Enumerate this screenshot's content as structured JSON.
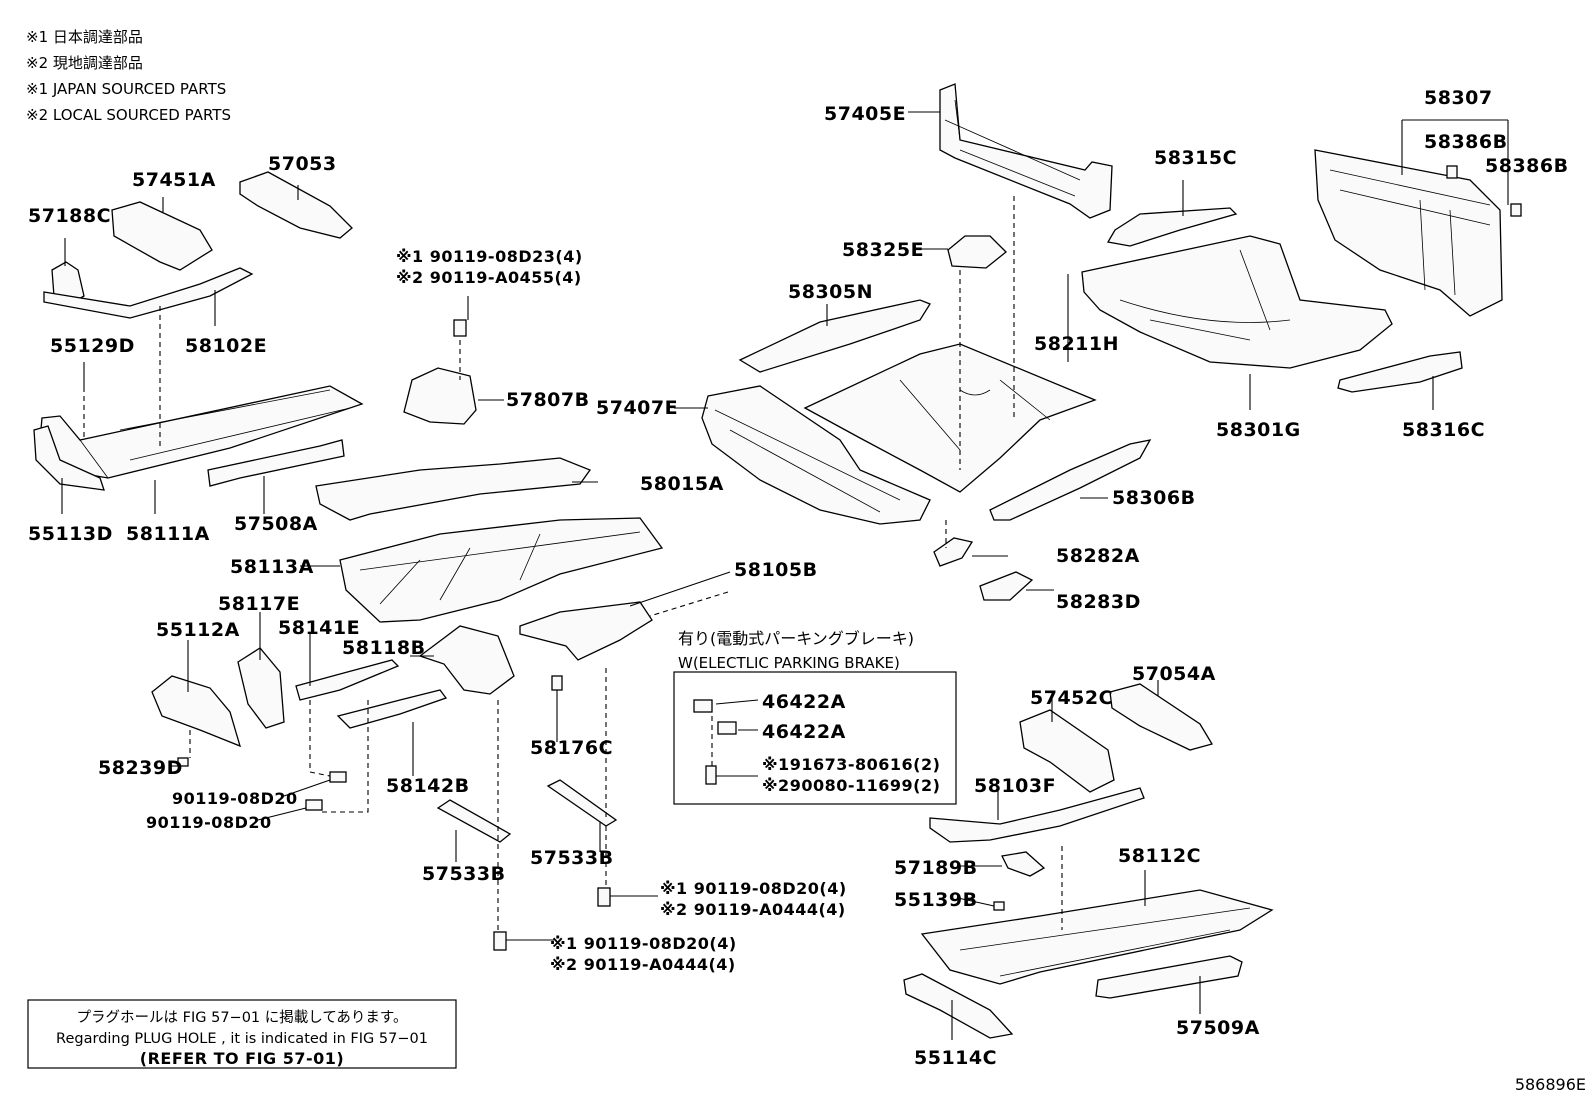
{
  "notes": {
    "line1": "※1 日本調達部品",
    "line2": "※2 現地調達部品",
    "line3": "※1 JAPAN SOURCED PARTS",
    "line4": "※2 LOCAL SOURCED PARTS"
  },
  "labels": {
    "p57405E": "57405E",
    "p58307": "58307",
    "p58386B_a": "58386B",
    "p58386B_b": "58386B",
    "p58315C": "58315C",
    "p57053": "57053",
    "p57451A": "57451A",
    "p57188C": "57188C",
    "p58102E": "58102E",
    "p55129D": "55129D",
    "p55113D": "55113D",
    "p58111A": "58111A",
    "p57508A": "57508A",
    "b1": "※1 90119-08D23(4)",
    "b2": "※2 90119-A0455(4)",
    "p57807B": "57807B",
    "p58325E": "58325E",
    "p58305N": "58305N",
    "p57407E": "57407E",
    "p58211H": "58211H",
    "p58301G": "58301G",
    "p58316C": "58316C",
    "p58306B": "58306B",
    "p58015A": "58015A",
    "p58113A": "58113A",
    "p58282A": "58282A",
    "p58283D": "58283D",
    "p58105B": "58105B",
    "p55112A": "55112A",
    "p58117E": "58117E",
    "p58141E": "58141E",
    "p58118B": "58118B",
    "p58176C": "58176C",
    "p58239D": "58239D",
    "p90119_08D20_a": "90119-08D20",
    "p90119_08D20_b": "90119-08D20",
    "p58142B": "58142B",
    "p57533B_a": "57533B",
    "p57533B_b": "57533B",
    "b3": "※1 90119-08D20(4)",
    "b4": "※2 90119-A0444(4)",
    "b5": "※1 90119-08D20(4)",
    "b6": "※2 90119-A0444(4)",
    "epb_title": "有り(電動式パーキングブレーキ)",
    "epb_sub": "W(ELECTLIC PARKING BRAKE)",
    "p46422A_a": "46422A",
    "p46422A_b": "46422A",
    "epb_b1": "※191673-80616(2)",
    "epb_b2": "※290080-11699(2)",
    "p57452C": "57452C",
    "p57054A": "57054A",
    "p58103F": "58103F",
    "p57189B": "57189B",
    "p58112C": "58112C",
    "p55139B": "55139B",
    "p57509A": "57509A",
    "p55114C": "55114C"
  },
  "footnote": {
    "jp": "プラグホールは FIG 57−01 に掲載してあります。",
    "en": "Regarding  PLUG  HOLE , it is indicated in  FIG  57−01",
    "ref": "(REFER TO FIG 57-01)"
  },
  "figure_id": "586896E"
}
